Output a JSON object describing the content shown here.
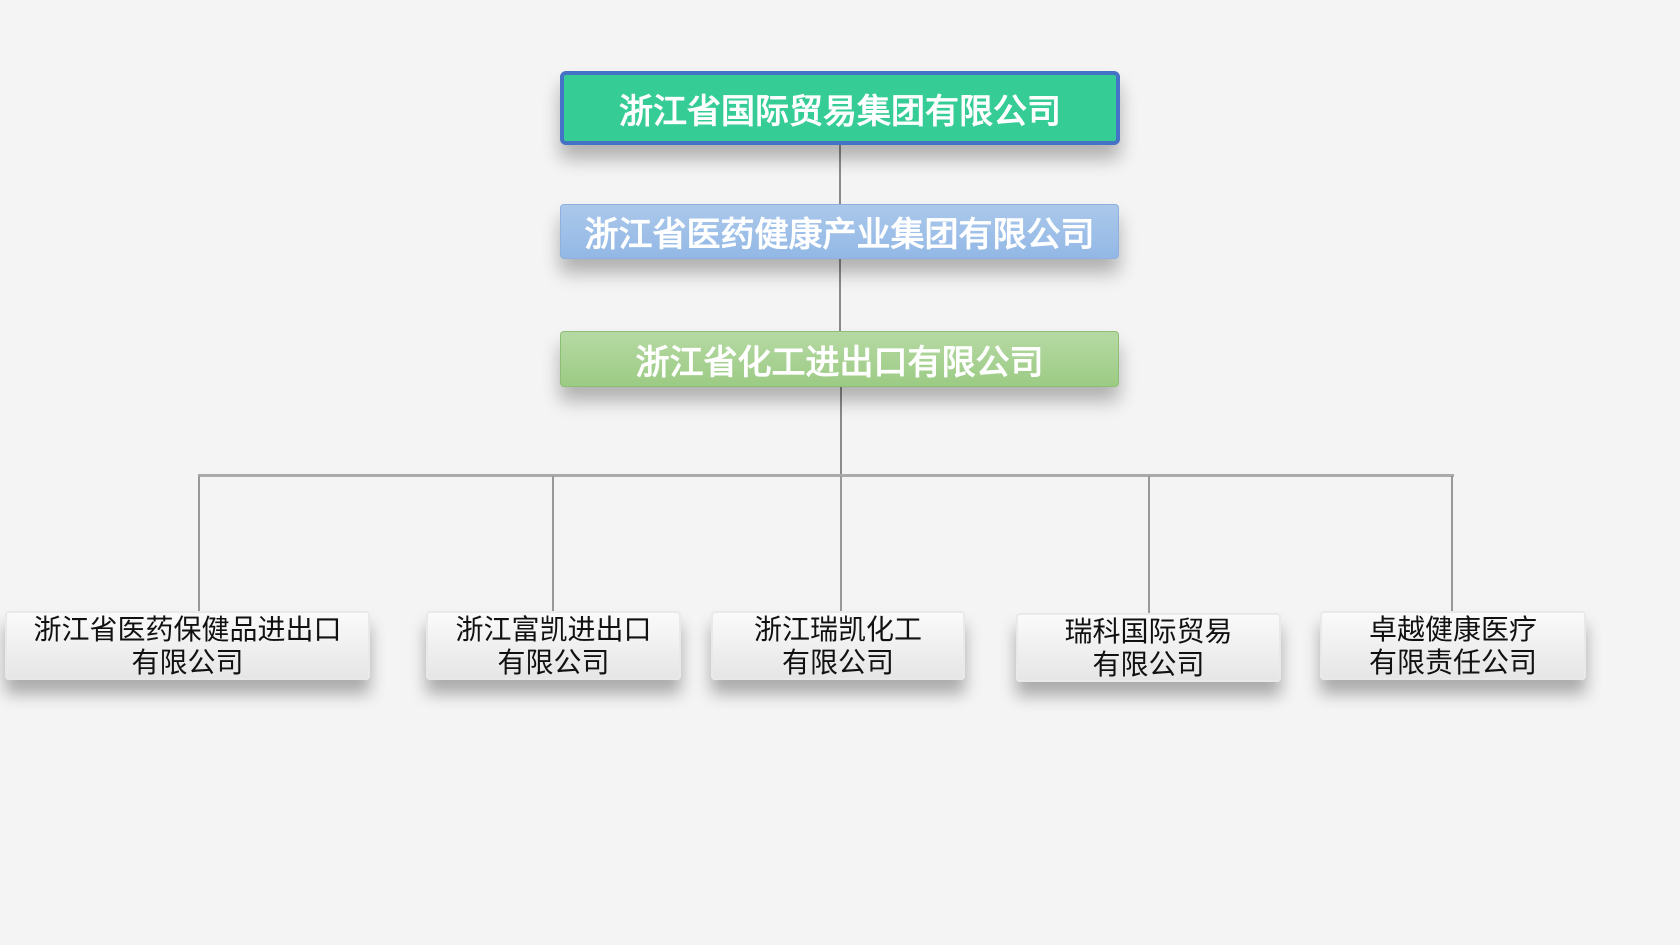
{
  "org_chart": {
    "level0": "浙江省国际贸易集团有限公司",
    "level1": "浙江省医药健康产业集团有限公司",
    "level2": "浙江省化工进出口有限公司",
    "children": [
      {
        "line1": "浙江省医药保健品进出口",
        "line2": "有限公司"
      },
      {
        "line1": "浙江富凯进出口",
        "line2": "有限公司"
      },
      {
        "line1": "浙江瑞凯化工",
        "line2": "有限公司"
      },
      {
        "line1": "瑞科国际贸易",
        "line2": "有限公司"
      },
      {
        "line1": "卓越健康医疗",
        "line2": "有限责任公司"
      }
    ]
  },
  "colors": {
    "level0": "#36cc96",
    "level0_border": "#4472c4",
    "level1": "#9dbfe8",
    "level2": "#a8d293"
  }
}
